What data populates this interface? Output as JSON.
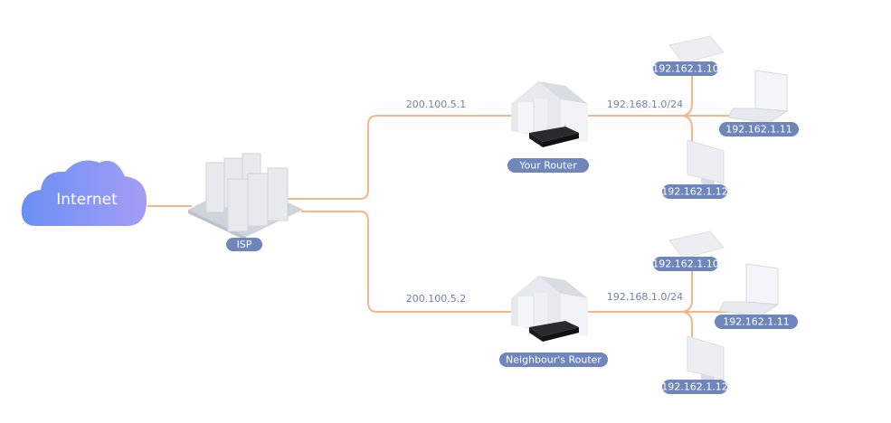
{
  "internet": {
    "label": "Internet"
  },
  "isp": {
    "label": "ISP"
  },
  "links": {
    "your_wan_ip": "200.100.5.1",
    "neighbour_wan_ip": "200.100.5.2"
  },
  "your_router": {
    "label": "Your Router",
    "subnet": "192.168.1.0/24",
    "devices": [
      "192.162.1.10",
      "192.162.1.11",
      "192.162.1.12"
    ]
  },
  "neighbour_router": {
    "label": "Neighbour's Router",
    "subnet": "192.168.1.0/24",
    "devices": [
      "192.162.1.10",
      "192.162.1.11",
      "192.162.1.12"
    ]
  },
  "colors": {
    "wire": "#f7b58a",
    "pill": "#6f86bd",
    "cloud_start": "#6a8ff5",
    "cloud_end": "#a49df5"
  }
}
